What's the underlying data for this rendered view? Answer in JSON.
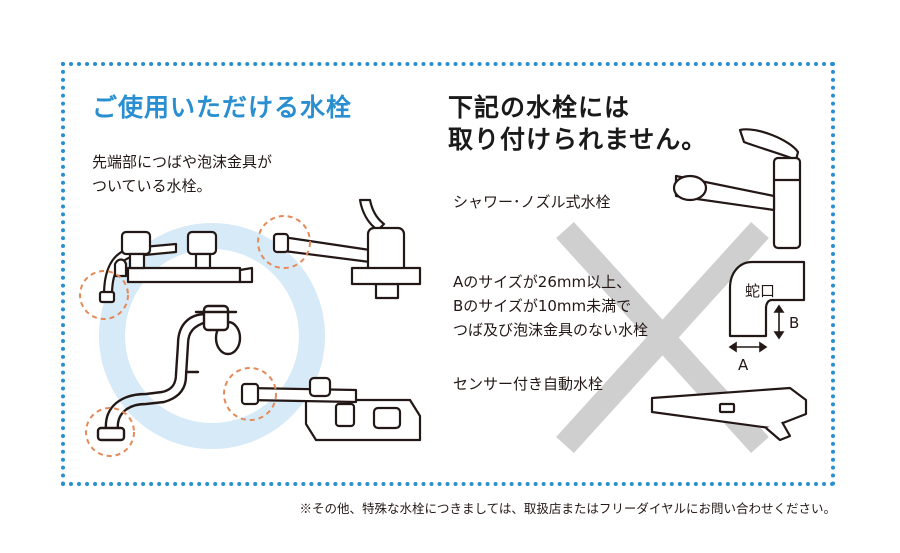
{
  "colors": {
    "accent": "#2a8fd0",
    "circle": "#d7eaf7",
    "highlight": "#e48a5a",
    "cross": "#cfcfcf"
  },
  "left": {
    "title": "ご使用いただける水栓",
    "desc": [
      "先端部につばや泡沫金具が",
      "ついている水栓。"
    ]
  },
  "right": {
    "title": [
      "下記の水栓には",
      "取り付けられません。"
    ],
    "items": [
      {
        "text": [
          "シャワー･ノズル式水栓"
        ],
        "icon": "shower-nozzle-faucet"
      },
      {
        "text": [
          "Aのサイズが26mm以上、",
          "Bのサイズが10mm未満で",
          "つば及び泡沫金具のない水栓"
        ],
        "icon": "spout-tip"
      },
      {
        "text": [
          "センサー付き自動水栓"
        ],
        "icon": "sensor-faucet"
      }
    ],
    "spout": {
      "label": "蛇口",
      "dim_a": "A",
      "dim_b": "B"
    }
  },
  "footnote": "※その他、特殊な水栓につきましては、取扱店またはフリーダイヤルにお問い合わせください。"
}
